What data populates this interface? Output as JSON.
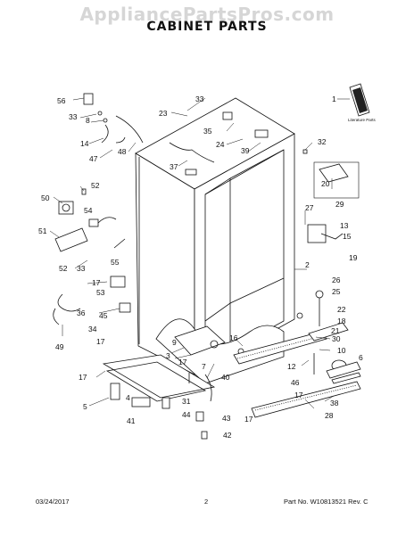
{
  "watermark": "AppliancePartsPros.com",
  "title": "CABINET PARTS",
  "literature_label": "Literature Parts",
  "footer": {
    "date": "03/24/2017",
    "page": "2",
    "part_no": "Part No.  W10813521  Rev. C"
  },
  "callouts": {
    "c1": "1",
    "c2": "2",
    "c3": "3",
    "c4": "4",
    "c5": "5",
    "c6": "6",
    "c7": "7",
    "c8": "8",
    "c9": "9",
    "c10": "10",
    "c12": "12",
    "c13": "13",
    "c14": "14",
    "c15": "15",
    "c16": "16",
    "c17a": "17",
    "c17b": "17",
    "c17c": "17",
    "c17d": "17",
    "c17e": "17",
    "c17f": "17",
    "c18": "18",
    "c19": "19",
    "c20": "20",
    "c21": "21",
    "c22": "22",
    "c23": "23",
    "c24": "24",
    "c25": "25",
    "c26": "26",
    "c27": "27",
    "c28": "28",
    "c29": "29",
    "c30": "30",
    "c31": "31",
    "c32": "32",
    "c33a": "33",
    "c33b": "33",
    "c33c": "33",
    "c34": "34",
    "c35": "35",
    "c36": "36",
    "c37": "37",
    "c38": "38",
    "c39": "39",
    "c40": "40",
    "c41": "41",
    "c42": "42",
    "c43": "43",
    "c44": "44",
    "c45": "45",
    "c46": "46",
    "c47": "47",
    "c48": "48",
    "c49": "49",
    "c50": "50",
    "c51": "51",
    "c52a": "52",
    "c52b": "52",
    "c53": "53",
    "c54": "54",
    "c55": "55",
    "c56": "56"
  }
}
